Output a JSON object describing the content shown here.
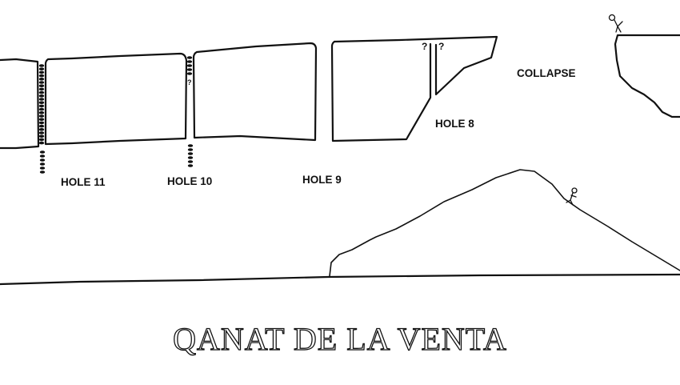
{
  "title": "QANAT DE LA VENTA",
  "labels": {
    "hole11": "HOLE 11",
    "hole10": "HOLE 10",
    "hole9": "HOLE 9",
    "hole8": "HOLE 8",
    "collapse": "COLLAPSE"
  },
  "question_marks": [
    "?",
    "?",
    "?"
  ],
  "colors": {
    "ink": "#111111",
    "background": "#ffffff"
  }
}
